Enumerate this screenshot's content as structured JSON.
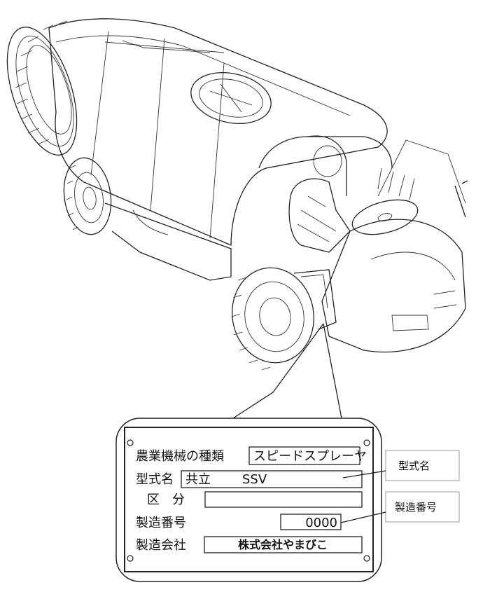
{
  "plate": {
    "row1_label": "農業機械の種類",
    "row1_value": "スピードスプレーヤ",
    "row2_label": "型式名",
    "row2_value_prefix": "共立",
    "row2_value_model": "SSV",
    "row3_label": "区　分",
    "row3_value": "",
    "row4_label": "製造番号",
    "row4_value": "0000",
    "row5_label": "製造会社",
    "row5_value": "株式会社やまびこ"
  },
  "callouts": {
    "model_name": "型式名",
    "serial_number": "製造番号"
  }
}
